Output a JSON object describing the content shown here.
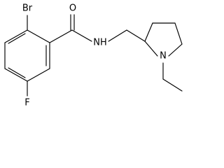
{
  "structure": {
    "atom_labels": {
      "bromine": "Br",
      "fluorine": "F",
      "oxygen": "O",
      "amide_nh": "NH",
      "ring_nitrogen": "N"
    }
  }
}
